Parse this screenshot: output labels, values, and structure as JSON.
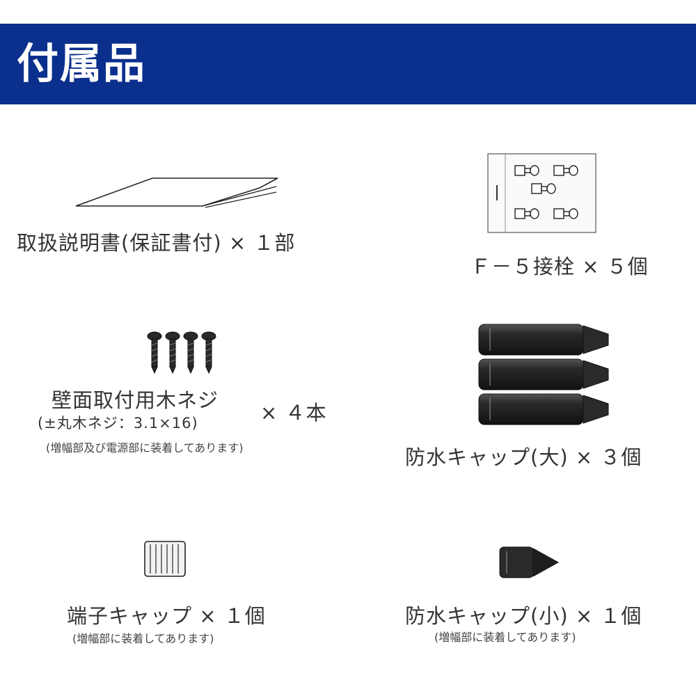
{
  "header": {
    "title": "付属品",
    "bg_color": "#0b2f8c"
  },
  "items": [
    {
      "name": "manual",
      "label": "取扱説明書(保証書付) × １部",
      "icon": "folded-manual-icon"
    },
    {
      "name": "f5-connector",
      "label": "Ｆ－５接栓 × ５個",
      "icon": "connector-pack-icon"
    },
    {
      "name": "wood-screws",
      "label": "壁面取付用木ネジ",
      "label_sub": "(±丸木ネジ：3.1×16)",
      "qty": "× ４本",
      "note": "(増幅部及び電源部に装着してあります)",
      "icon": "screw-icon"
    },
    {
      "name": "waterproof-cap-large",
      "label": "防水キャップ(大) × ３個",
      "icon": "waterproof-cap-large-icon"
    },
    {
      "name": "terminal-cap",
      "label": "端子キャップ × １個",
      "note": "(増幅部に装着してあります)",
      "icon": "terminal-cap-icon"
    },
    {
      "name": "waterproof-cap-small",
      "label": "防水キャップ(小) × １個",
      "note": "(増幅部に装着してあります)",
      "icon": "waterproof-cap-small-icon"
    }
  ]
}
